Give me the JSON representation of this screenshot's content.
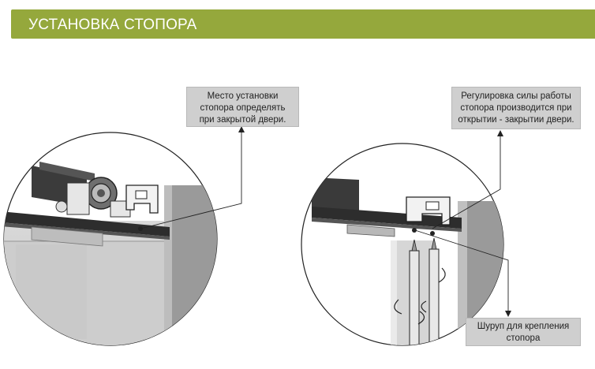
{
  "header": {
    "title": "УСТАНОВКА СТОПОРА",
    "color": "#95a83c"
  },
  "callouts": {
    "left": {
      "line1": "Место установки",
      "line2": "стопора определять",
      "line3": "при закрытой двери."
    },
    "right_top": {
      "line1": "Регулировка силы работы",
      "line2": "стопора производится при",
      "line3": "открытии - закрытии двери."
    },
    "right_bottom": {
      "line1": "Шуруп для крепления",
      "line2": "стопора"
    }
  },
  "icons": [
    "screwdriver-icon",
    "rotate-arrow-icon",
    "roller-icon",
    "stopper-icon"
  ]
}
